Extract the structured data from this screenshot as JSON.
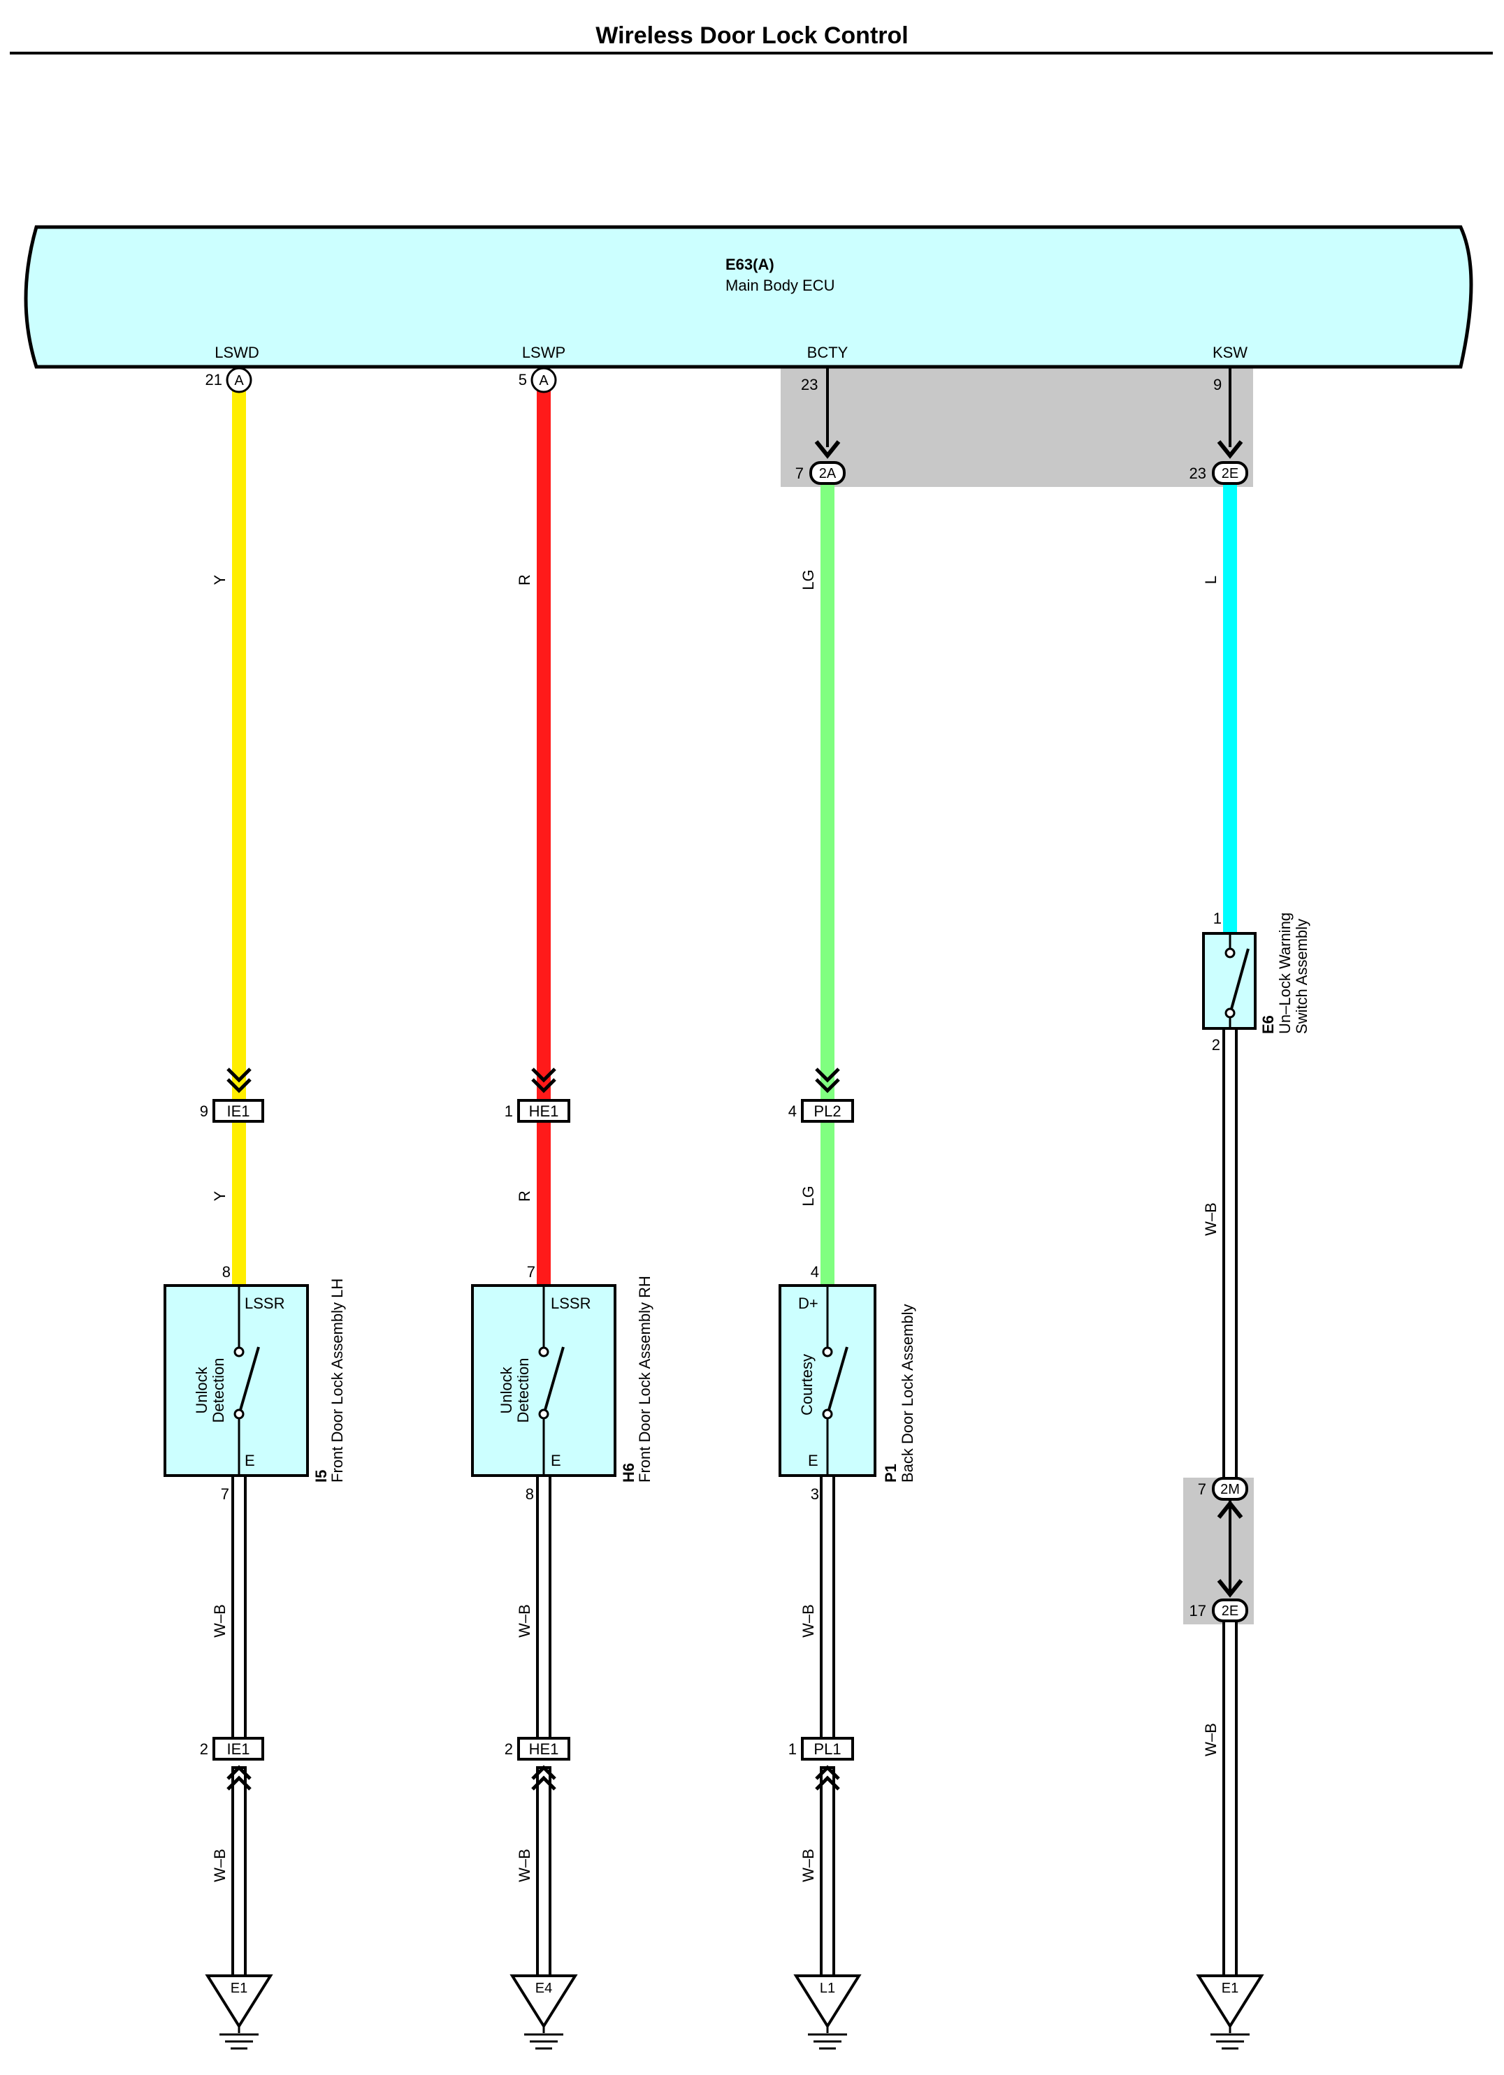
{
  "title": "Wireless Door Lock Control",
  "ecu": {
    "code": "E63(A)",
    "name": "Main Body ECU",
    "fill": "#ccffff"
  },
  "colors": {
    "Y": "#ffee00",
    "R": "#ff1a1a",
    "LG": "#80ff80",
    "L": "#00ffff",
    "WB_outline": "#000000",
    "WB_fill": "#ffffff",
    "splice_gray": "#c8c8c8",
    "component_fill": "#ccffff"
  },
  "terminals": [
    {
      "name": "LSWD",
      "pin": "21",
      "connector": "A"
    },
    {
      "name": "LSWP",
      "pin": "5",
      "connector": "A"
    },
    {
      "name": "BCTY",
      "pin": "23"
    },
    {
      "name": "KSW",
      "pin": "9"
    }
  ],
  "junctions": [
    {
      "pin": "7",
      "connector": "2A"
    },
    {
      "pin": "23",
      "connector": "2E"
    },
    {
      "pin": "7",
      "connector": "2M"
    },
    {
      "pin": "17",
      "connector": "2E"
    }
  ],
  "inline_connectors": [
    {
      "pin": "9",
      "code": "IE1"
    },
    {
      "pin": "1",
      "code": "HE1"
    },
    {
      "pin": "4",
      "code": "PL2"
    },
    {
      "pin": "2",
      "code": "IE1"
    },
    {
      "pin": "2",
      "code": "HE1"
    },
    {
      "pin": "1",
      "code": "PL1"
    }
  ],
  "wire_labels": {
    "y_top": "Y",
    "y_mid": "Y",
    "r_top": "R",
    "r_mid": "R",
    "lg_top": "LG",
    "lg_mid": "LG",
    "l_top": "L",
    "wb1a": "W–B",
    "wb1b": "W–B",
    "wb2a": "W–B",
    "wb2b": "W–B",
    "wb3a": "W–B",
    "wb3b": "W–B",
    "wb4a": "W–B",
    "wb4b": "W–B"
  },
  "components": [
    {
      "code": "I5",
      "name": "Front Door Lock Assembly LH",
      "top_terminal": "LSSR",
      "bottom_terminal": "E",
      "function_line1": "Unlock",
      "function_line2": "Detection",
      "pin_top": "8",
      "pin_bottom": "7"
    },
    {
      "code": "H6",
      "name": "Front Door Lock Assembly RH",
      "top_terminal": "LSSR",
      "bottom_terminal": "E",
      "function_line1": "Unlock",
      "function_line2": "Detection",
      "pin_top": "7",
      "pin_bottom": "8"
    },
    {
      "code": "P1",
      "name": "Back Door Lock Assembly",
      "top_terminal": "D+",
      "bottom_terminal": "E",
      "function_line1": "Courtesy",
      "function_line2": "",
      "pin_top": "4",
      "pin_bottom": "3"
    }
  ],
  "switch": {
    "code": "E6",
    "name_line1": "Un–Lock Warning",
    "name_line2": "Switch Assembly",
    "pin_top": "1",
    "pin_bottom": "2"
  },
  "grounds": [
    "E1",
    "E4",
    "L1",
    "E1"
  ]
}
